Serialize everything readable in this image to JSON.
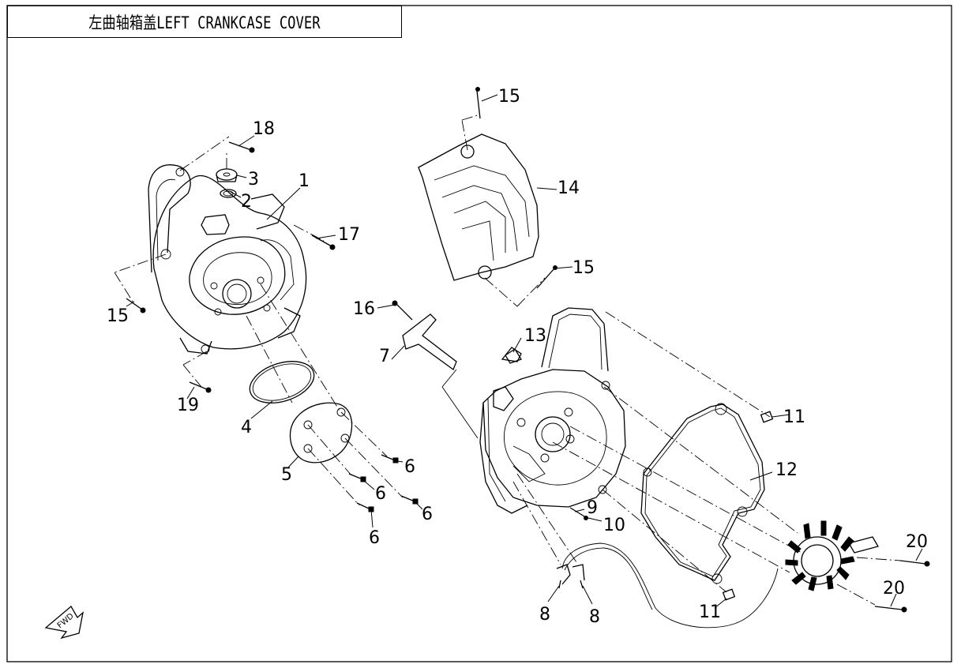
{
  "title": "左曲轴箱盖LEFT CRANKCASE COVER",
  "callouts": [
    "1",
    "2",
    "3",
    "4",
    "5",
    "6",
    "6",
    "6",
    "6",
    "7",
    "8",
    "8",
    "9",
    "10",
    "11",
    "11",
    "12",
    "13",
    "14",
    "15",
    "15",
    "15",
    "16",
    "17",
    "18",
    "19",
    "20",
    "20"
  ],
  "direction_mark": "FWD"
}
